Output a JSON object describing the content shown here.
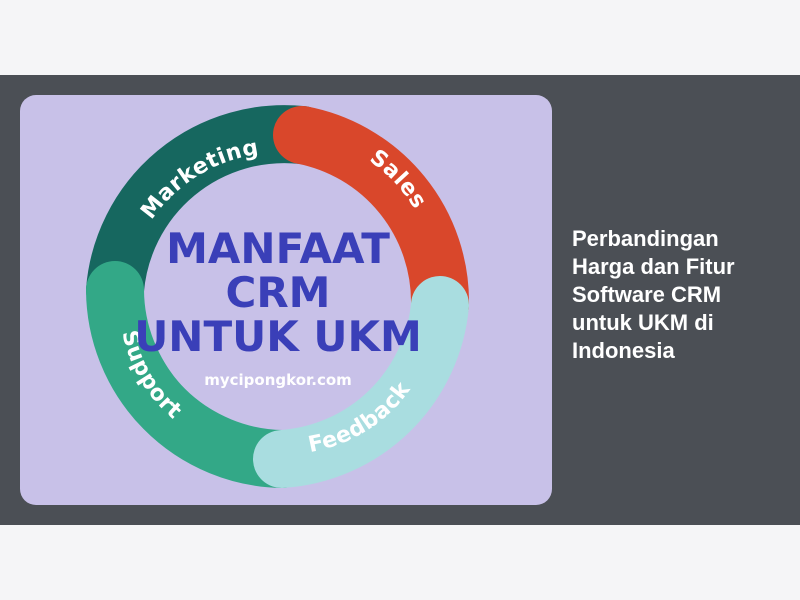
{
  "article": {
    "headline": "Perbandingan Harga dan Fitur Software CRM untuk UKM di Indonesia"
  },
  "image": {
    "title_lines": [
      "MANFAAT",
      "CRM",
      "UNTUK UKM"
    ],
    "watermark": "mycipongkor.com",
    "segments": [
      {
        "label": "Marketing",
        "color": "#16675f"
      },
      {
        "label": "Sales",
        "color": "#d9472b"
      },
      {
        "label": "Feedback",
        "color": "#a9dde0"
      },
      {
        "label": "Support",
        "color": "#33a887"
      }
    ]
  },
  "colors": {
    "band": "#4b4f55",
    "card": "#c8c1e8",
    "title": "#3a3fb8"
  }
}
